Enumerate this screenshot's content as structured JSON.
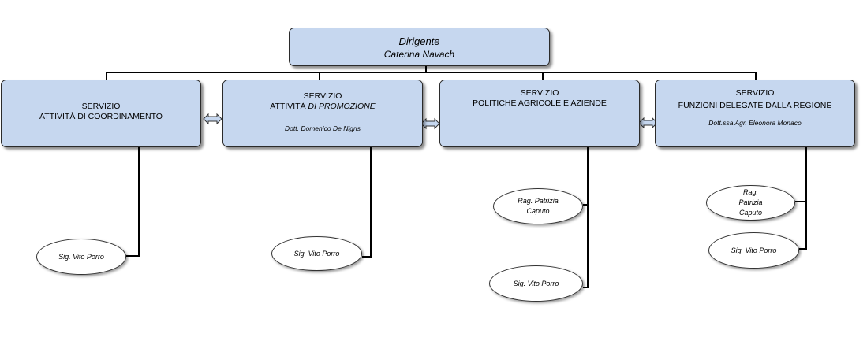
{
  "director": {
    "role": "Dirigente",
    "name": "Caterina Navach"
  },
  "services": [
    {
      "label": "SERVIZIO",
      "line1": "ATTIVITÀ DI COORDINAMENTO",
      "person": ""
    },
    {
      "label": "SERVIZIO",
      "line1_a": "ATTIVITÀ ",
      "line1_b": "DI PROMOZIONE",
      "person": "Dott.  Domenico De Nigris"
    },
    {
      "label": "SERVIZIO",
      "line1": "POLITICHE AGRICOLE E AZIENDE",
      "person": ""
    },
    {
      "label": "SERVIZIO",
      "line1": "FUNZIONI DELEGATE DALLA REGIONE",
      "person": "Dott.ssa Agr. Eleonora Monaco"
    }
  ],
  "staff": {
    "s1": "Sig. Vito Porro",
    "s2": "Sig. Vito Porro",
    "s3a": "Rag. Patrizia Caputo",
    "s3b": "Sig. Vito Porro",
    "s4a": "Rag. Patrizia Caputo",
    "s4b": "Sig. Vito Porro"
  },
  "colors": {
    "box_fill": "#c6d7ef",
    "line": "#000000"
  }
}
